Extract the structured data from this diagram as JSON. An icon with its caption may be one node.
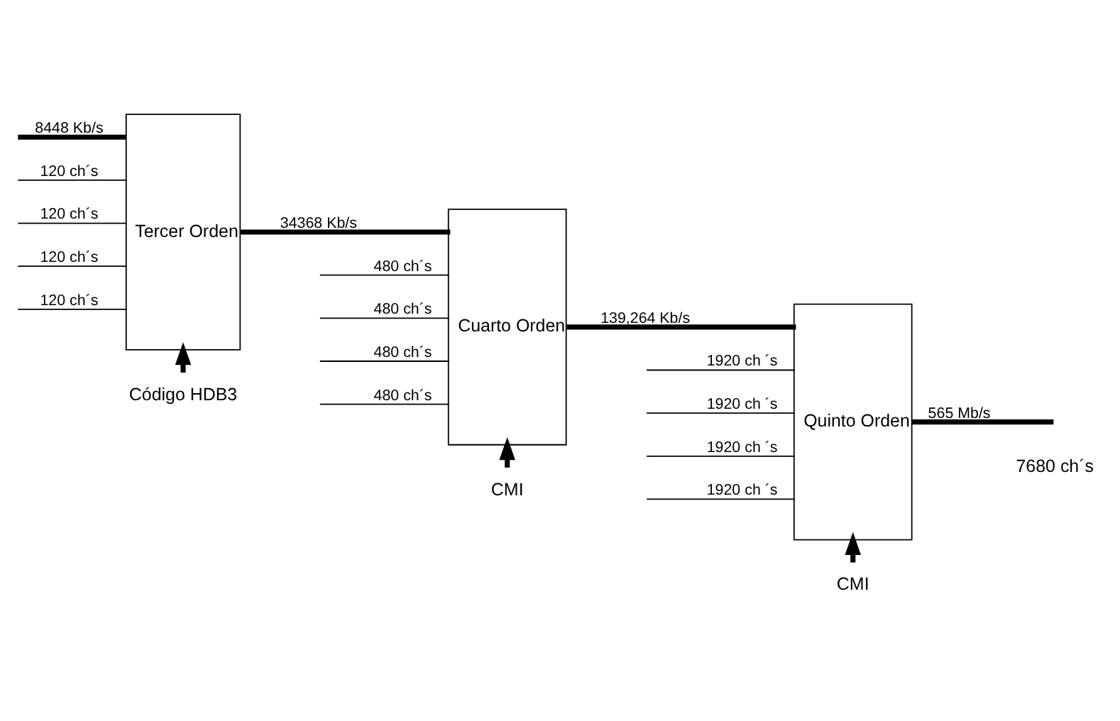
{
  "diagram": {
    "nodes": [
      {
        "text": [
          "Tercer Orden"
        ]
      },
      {
        "text": [
          "Cuarto Orden"
        ]
      },
      {
        "text": [
          "Quinto Orden"
        ]
      },
      {
        "text": [
          "Código HDB3"
        ]
      },
      {
        "text": [
          "CMI"
        ]
      },
      {
        "text": [
          "CMI"
        ]
      }
    ],
    "edges": [
      {
        "from": null,
        "to": 0,
        "arrow": "none",
        "label": "8448 Kb/s",
        "style": "thick"
      },
      {
        "from": null,
        "to": 0,
        "arrow": "none",
        "label": "120 ch´s"
      },
      {
        "from": null,
        "to": 0,
        "arrow": "none",
        "label": "120 ch´s"
      },
      {
        "from": null,
        "to": 0,
        "arrow": "none",
        "label": "120 ch´s"
      },
      {
        "from": null,
        "to": 0,
        "arrow": "none",
        "label": "120 ch´s"
      },
      {
        "from": 3,
        "to": 0,
        "arrow": "to",
        "style": "thick"
      },
      {
        "from": 0,
        "to": 1,
        "arrow": "none",
        "label": "34368 Kb/s",
        "style": "thick"
      },
      {
        "from": null,
        "to": 1,
        "arrow": "none",
        "label": "480 ch´s"
      },
      {
        "from": null,
        "to": 1,
        "arrow": "none",
        "label": "480 ch´s"
      },
      {
        "from": null,
        "to": 1,
        "arrow": "none",
        "label": "480 ch´s"
      },
      {
        "from": null,
        "to": 1,
        "arrow": "none",
        "label": "480 ch´s"
      },
      {
        "from": 4,
        "to": 1,
        "arrow": "to",
        "style": "thick"
      },
      {
        "from": 1,
        "to": 2,
        "arrow": "none",
        "label": "139,264 Kb/s",
        "style": "thick"
      },
      {
        "from": null,
        "to": 2,
        "arrow": "none",
        "label": "1920 ch ´s"
      },
      {
        "from": null,
        "to": 2,
        "arrow": "none",
        "label": "1920 ch ´s"
      },
      {
        "from": null,
        "to": 2,
        "arrow": "none",
        "label": "1920 ch ´s"
      },
      {
        "from": null,
        "to": 2,
        "arrow": "none",
        "label": "1920 ch ´s"
      },
      {
        "from": 5,
        "to": 2,
        "arrow": "to",
        "style": "thick"
      },
      {
        "from": 2,
        "to": null,
        "arrow": "none",
        "label": "565 Mb/s",
        "style": "thick"
      }
    ],
    "labels": [
      "7680 ch´s"
    ]
  }
}
